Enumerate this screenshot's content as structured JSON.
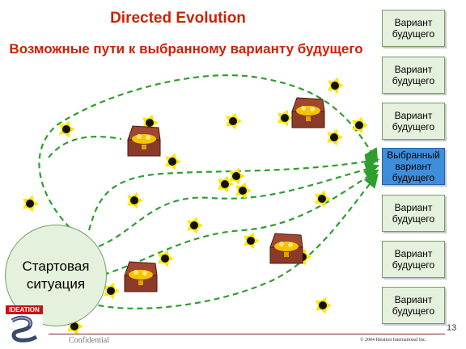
{
  "header": {
    "title": "Directed  Evolution",
    "subtitle": "Возможные пути к выбранному варианту будущего"
  },
  "start": {
    "label": "Стартовая\nситуация"
  },
  "options": [
    {
      "label": "Вариант\nбудущего",
      "selected": false
    },
    {
      "label": "Вариант\nбудущего",
      "selected": false
    },
    {
      "label": "Вариант\nбудущего",
      "selected": false
    },
    {
      "label": "Выбранный\nвариант\nбудущего",
      "selected": true
    },
    {
      "label": "Вариант\nбудущего",
      "selected": false
    },
    {
      "label": "Вариант\nбудущего",
      "selected": false
    },
    {
      "label": "Вариант\nбудущего",
      "selected": false
    }
  ],
  "footer": {
    "logo_text": "IDEATION",
    "confidential": "Confidential",
    "copyright": "© 2004 Ideation International Inc.",
    "page_number": "13"
  },
  "colors": {
    "title": "#cc2200",
    "path": "#2f9e2f",
    "option_fill": "#e4f1dc",
    "selected_fill": "#3d8fdc",
    "bomb": "#111111",
    "spark": "#ffe600",
    "treasure": "#8b3a2a"
  },
  "icons": {
    "hazard": "bomb-icon",
    "reward": "treasure-chest-icon"
  }
}
